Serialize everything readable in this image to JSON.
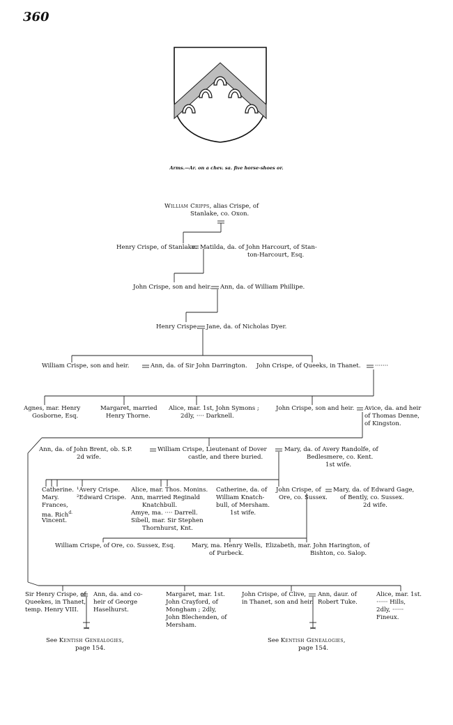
{
  "page": {
    "number": "360"
  },
  "arms": {
    "caption": "Arms.—Ar. on a chev. sa. five horse-shoes or."
  },
  "gen1": {
    "name": "William Cripps",
    "rest": ", alias Crispe, of",
    "line2": "Stanlake, co. Oxon."
  },
  "gen2": {
    "left": "Henry Crispe, of Stanlake.",
    "right1": "Matilda, da. of John Harcourt, of Stan-",
    "right2": "ton-Harcourt, Esq."
  },
  "gen3": {
    "left": "John Crispe, son and heir.",
    "right": "Ann, da. of William Phillipe."
  },
  "gen4": {
    "left": "Henry Crispe.",
    "right": "Jane, da. of Nicholas Dyer."
  },
  "gen5": {
    "left": "William Crispe, son and heir.",
    "mid": "Ann, da. of Sir John Darrington.",
    "right": "John Crispe, of Queeks, in Thanet.",
    "dots": "·······"
  },
  "gen6": {
    "agnes1": "Agnes, mar. Henry",
    "agnes2": "Gosborne, Esq.",
    "margaret1": "Margaret, married",
    "margaret2": "Henry Thorne.",
    "alice1": "Alice, mar. 1st, John Symons ;",
    "alice2": "2dly, ···· Darknell.",
    "john": "John Crispe, son and heir.",
    "avice1": "Avice, da. and heir",
    "avice2": "of Thomas Denne,",
    "avice3": "of Kingston."
  },
  "gen7": {
    "ann1": "Ann, da. of John Brent, ob. S.P.",
    "ann2": "2d wife.",
    "william1": "William Crispe, Lieutenant of Dover",
    "william2": "castle, and there buried.",
    "mary1": "Mary, da. of Avery Randolfe, of",
    "mary2": "Bedlesmere, co. Kent.",
    "mary3": "1st wife."
  },
  "gen8": {
    "c1": "Catherine.",
    "c2": "Mary.",
    "c3": "Frances,",
    "c4": "ma. Rich",
    "c4sup": "d.",
    "c5": "Vincent.",
    "a1": "¹Avery Crispe.",
    "a2": "²Edward Crispe.",
    "al1": "Alice, mar. Thos. Monins.",
    "al2": "Ann, married Reginald",
    "al3": "Knatchbull.",
    "al4": "Amye, ma. ···· Darrell.",
    "al5": "Sibell, mar. Sir Stephen",
    "al6": "Thornhurst, Knt.",
    "cat1": "Catherine, da. of",
    "cat2": "William Knatch-",
    "cat3": "bull, of Mersham.",
    "cat4": "1st wife.",
    "john1": "John Crispe, of",
    "john2": "Ore, co. Sussex.",
    "mary1": "Mary, da. of Edward Gage,",
    "mary2": "of Bently, co. Sussex.",
    "mary3": "2d wife."
  },
  "gen9": {
    "william": "William Crispe, of Ore, co. Sussex, Esq.",
    "mary1": "Mary, ma. Henry Wells,",
    "mary2": "of Purbeck.",
    "eliz1": "Elizabeth, mar. John Harington, of",
    "eliz2": "Bishton, co. Salop."
  },
  "gen10": {
    "henry1": "Sir Henry Crispe, of",
    "henry2": "Queekes, in Thanet,",
    "henry3": "temp. Henry VIII.",
    "ann1": "Ann, da. and co-",
    "ann2": "heir of George",
    "ann3": "Haselhurst.",
    "marg1": "Margaret, mar. 1st.",
    "marg2": "John Crayford, of",
    "marg3": "Mongham ; 2dly,",
    "marg4": "John Blechenden, of",
    "marg5": "Mersham.",
    "john1": "John Crispe, of Clive,",
    "john2": "in Thanet, son and heir.",
    "annt1": "Ann, daur. of",
    "annt2": "Robert Tuke.",
    "alice1": "Alice, mar. 1st.",
    "alice2": "······ Hills,",
    "alice3": "2dly, ······",
    "alice4": "Fineux."
  },
  "see": {
    "left1": "See ",
    "left1sc": "Kentish Genealogies,",
    "left2": "page 154.",
    "right1": "See ",
    "right1sc": "Kentish Genealogies,",
    "right2": "page 154."
  }
}
